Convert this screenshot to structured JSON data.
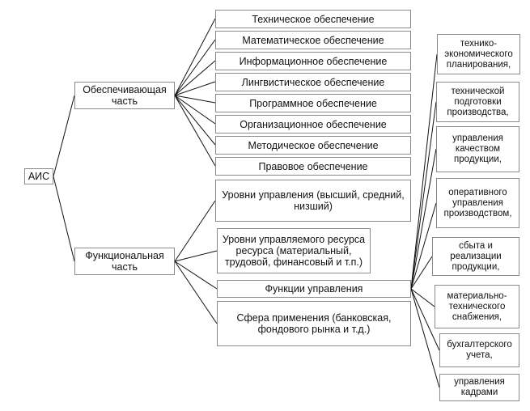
{
  "root": "АИС",
  "support": {
    "label": "Обеспечивающая\nчасть",
    "items": [
      "Техническое обеспечение",
      "Математическое обеспечение",
      "Информационное обеспечение",
      "Лингвистическое обеспечение",
      "Программное обеспечение",
      "Организационное обеспечение",
      "Методическое обеспечение",
      "Правовое обеспечение"
    ]
  },
  "functional": {
    "label": "Функциональная\nчасть",
    "items": [
      "Уровни управления (высший, средний,\nнизший)",
      "Уровни управляемого ресурса\nресурса (материальный,\nтрудовой, финансовый и т.п.)",
      "Функции управления",
      "Сфера применения (банковская,\nфондового рынка и т.д.)"
    ]
  },
  "management_functions": [
    "технико-\nэкономического\nпланирования,",
    "технической\nподготовки\nпроизводства,",
    "управления\nкачеством\nпродукции,",
    "оперативного\nуправления\nпроизводством,",
    "сбыта и\nреализации\nпродукции,",
    "материально-\nтехнического\nснабжения,",
    "бухгалтерского\nучета,",
    "управления\nкадрами"
  ]
}
